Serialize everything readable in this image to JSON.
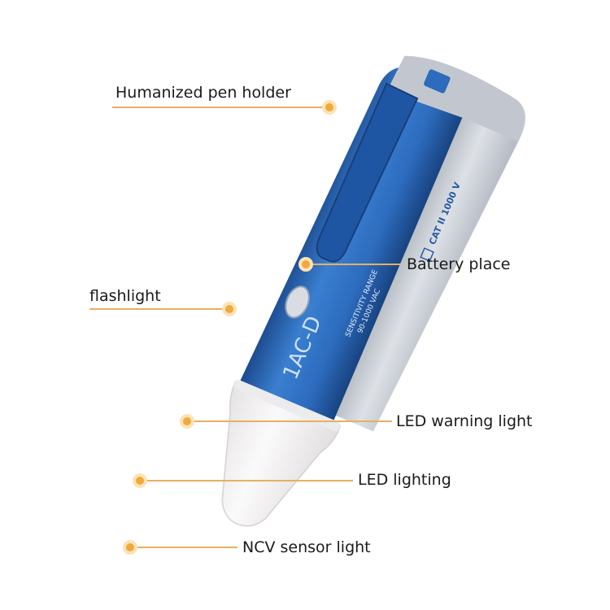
{
  "callouts": {
    "holder": "Humanized pen holder",
    "battery": "Battery place",
    "flashlight": "flashlight",
    "led_warning": "LED warning light",
    "led_lighting": "LED lighting",
    "ncv": "NCV sensor light"
  },
  "pen_text": {
    "model": "1AC-D",
    "sensitivity_line1": "SENSITIVITY RANGE",
    "sensitivity_line2": "90-1000 VAC",
    "rating": "CAT II  1000 V"
  },
  "colors": {
    "body_blue": "#2f6fc0",
    "body_blue_dark": "#1f4f95",
    "body_silver": "#c9ced6",
    "tip_white": "#f3f1f2",
    "callout_orange": "#f2a93b",
    "leader_line": "#e7b060"
  }
}
